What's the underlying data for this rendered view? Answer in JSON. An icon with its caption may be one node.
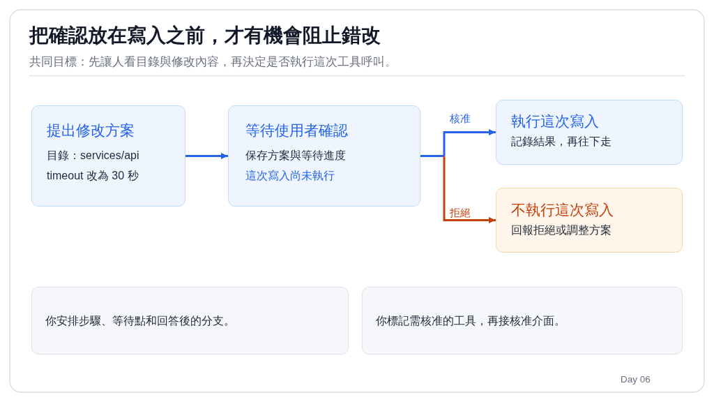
{
  "diagram": {
    "title": "把確認放在寫入之前，才有機會阻止錯改",
    "nodes": [
      {
        "text": [
          "提出修改方案",
          "目錄：services/api timeout 改為 30 秒"
        ]
      },
      {
        "text": [
          "等待使用者確認",
          "保存方案與等待進度",
          "這次寫入尚未執行"
        ]
      },
      {
        "text": [
          "執行這次寫入",
          "記錄結果，再往下走"
        ]
      },
      {
        "text": [
          "不執行這次寫入",
          "回報拒絕或調整方案"
        ]
      },
      {
        "text": [
          "你安排步驟、等待點和回答後的分支。"
        ]
      },
      {
        "text": [
          "你標記需核准的工具，再接核准介面。"
        ]
      }
    ],
    "edges": [
      {
        "from": 0,
        "to": 1,
        "arrow": "to"
      },
      {
        "from": 1,
        "to": 2,
        "arrow": "to",
        "label": "核准"
      },
      {
        "from": 1,
        "to": 3,
        "arrow": "to",
        "label": "拒絕",
        "color": "#c2410c"
      }
    ],
    "labels": [
      "共同目標：先讓人看目錄與修改內容，再決定是否執行這次工具呼叫。",
      "Day 06"
    ]
  }
}
